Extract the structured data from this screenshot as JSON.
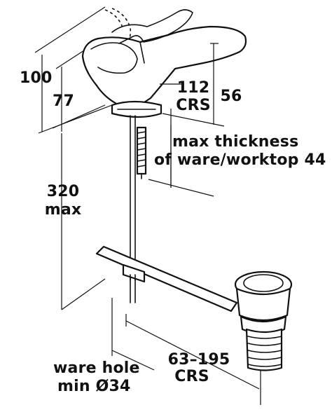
{
  "labels": {
    "height_total": "100",
    "height_spout": "77",
    "crs_value": "112",
    "crs_unit": "CRS",
    "spout_reach": "56",
    "thickness_line1": "max thickness",
    "thickness_line2": "of ware/worktop 44",
    "rod_length_value": "320",
    "rod_length_unit": "max",
    "waste_crs_value": "63–195",
    "waste_crs_unit": "CRS",
    "ware_hole_line1": "ware hole",
    "ware_hole_line2": "min Ø34"
  }
}
